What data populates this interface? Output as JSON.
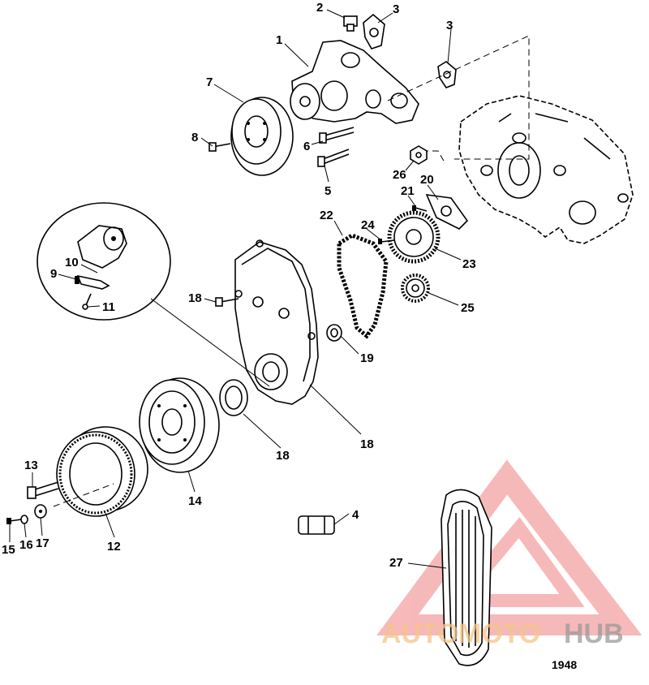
{
  "figure_number": "1948",
  "callouts": [
    {
      "id": "c1",
      "label": "1"
    },
    {
      "id": "c2",
      "label": "2"
    },
    {
      "id": "c3a",
      "label": "3"
    },
    {
      "id": "c3b",
      "label": "3"
    },
    {
      "id": "c4",
      "label": "4"
    },
    {
      "id": "c5",
      "label": "5"
    },
    {
      "id": "c6",
      "label": "6"
    },
    {
      "id": "c7",
      "label": "7"
    },
    {
      "id": "c8",
      "label": "8"
    },
    {
      "id": "c9",
      "label": "9"
    },
    {
      "id": "c10",
      "label": "10"
    },
    {
      "id": "c11",
      "label": "11"
    },
    {
      "id": "c12",
      "label": "12"
    },
    {
      "id": "c13",
      "label": "13"
    },
    {
      "id": "c14",
      "label": "14"
    },
    {
      "id": "c15",
      "label": "15"
    },
    {
      "id": "c16",
      "label": "16"
    },
    {
      "id": "c17",
      "label": "17"
    },
    {
      "id": "c18a",
      "label": "18"
    },
    {
      "id": "c18b",
      "label": "18"
    },
    {
      "id": "c18c",
      "label": "18"
    },
    {
      "id": "c19",
      "label": "19"
    },
    {
      "id": "c20",
      "label": "20"
    },
    {
      "id": "c21",
      "label": "21"
    },
    {
      "id": "c22",
      "label": "22"
    },
    {
      "id": "c23",
      "label": "23"
    },
    {
      "id": "c24",
      "label": "24"
    },
    {
      "id": "c25",
      "label": "25"
    },
    {
      "id": "c26",
      "label": "26"
    },
    {
      "id": "c27",
      "label": "27"
    }
  ],
  "watermark": {
    "word_1": "AUTO",
    "word_2": "MOTO",
    "word_3": "HUB",
    "color_primary": "#f4a6a6",
    "color_secondary": "#f5c58a",
    "color_dark": "#9a9a9a"
  }
}
